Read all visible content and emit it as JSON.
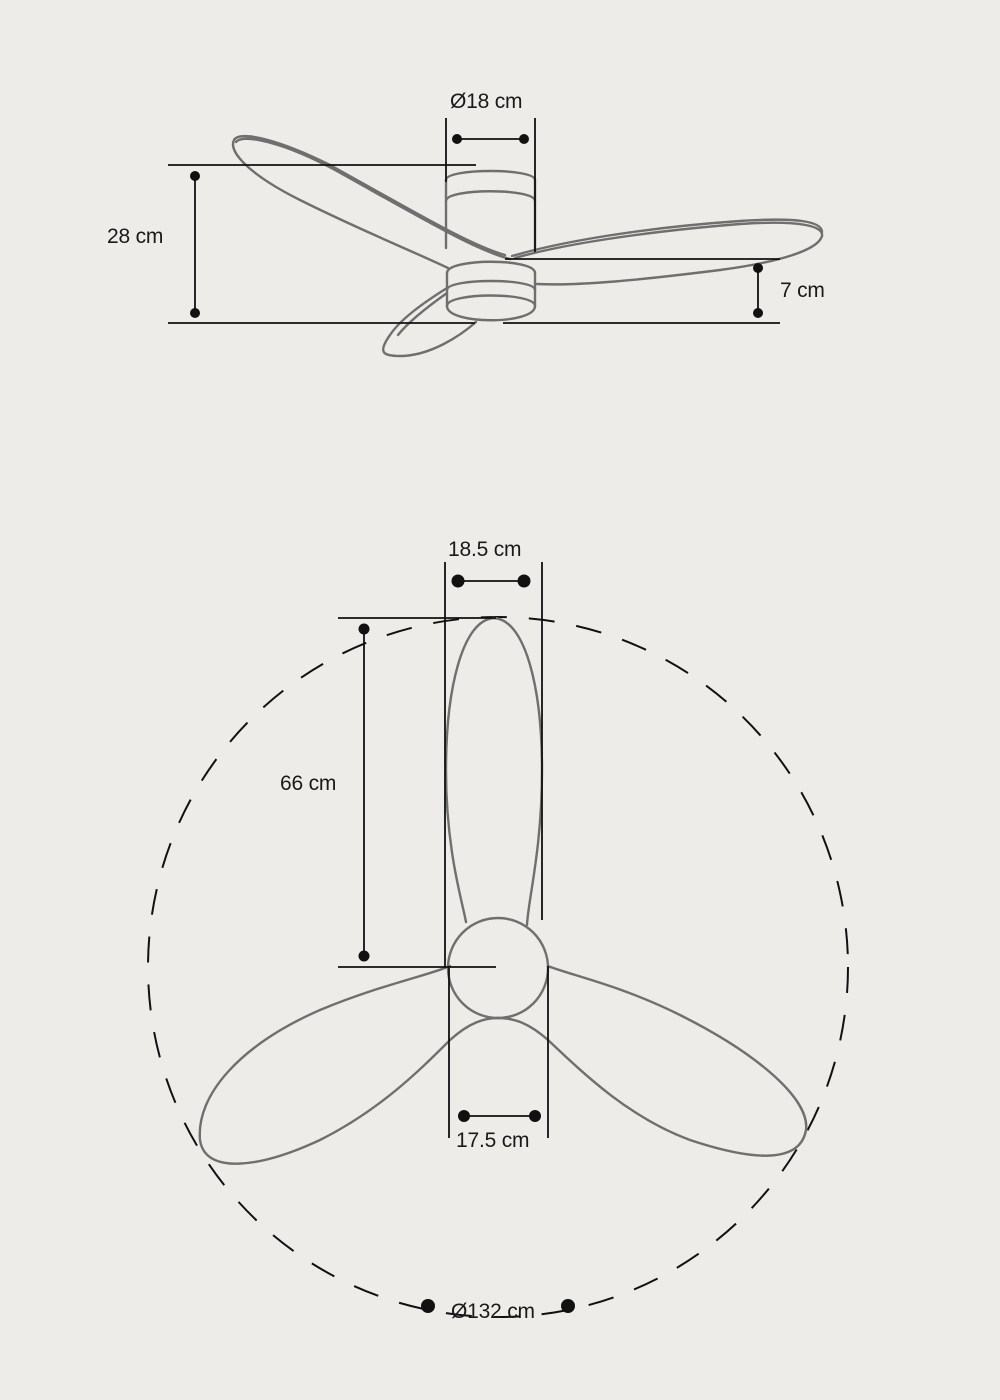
{
  "diagram": {
    "subject": "Ceiling fan with three blades — dimension drawing",
    "colors": {
      "background": "#eeece9",
      "outline": "#6f6f6f",
      "dimension": "#111111"
    },
    "side_view": {
      "labels": {
        "motor_diameter": "Ø18 cm",
        "total_height": "28 cm",
        "body_height": "7 cm"
      }
    },
    "top_view": {
      "labels": {
        "blade_width": "18.5 cm",
        "blade_length": "66 cm",
        "hub_width": "17.5 cm",
        "total_diameter": "Ø132 cm"
      }
    }
  }
}
